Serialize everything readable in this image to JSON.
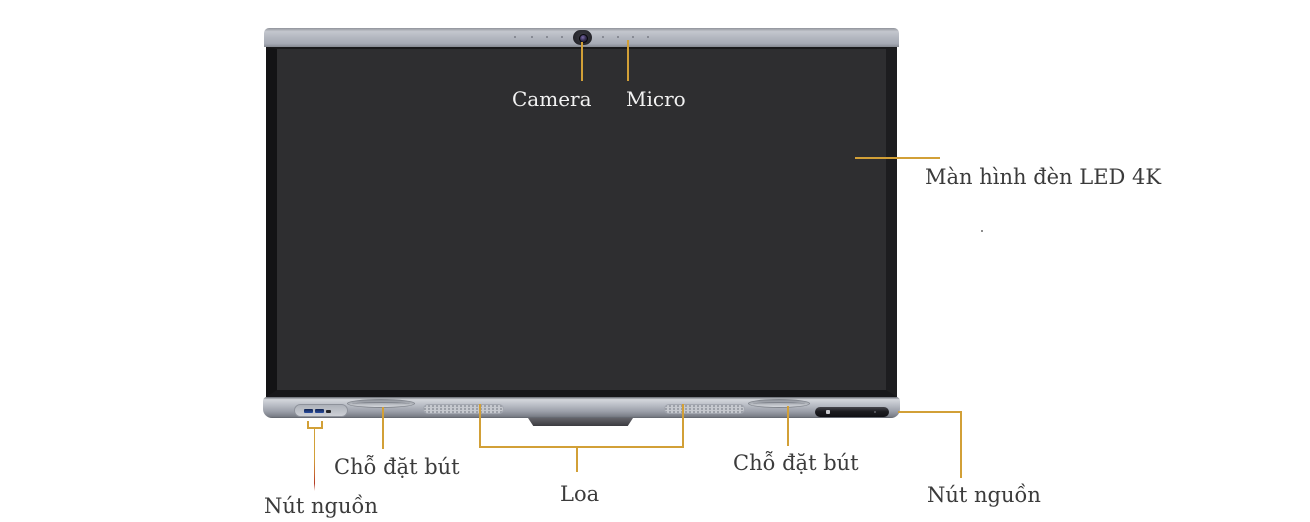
{
  "annotations": {
    "camera": {
      "label": "Camera"
    },
    "micro": {
      "label": "Micro"
    },
    "screen": {
      "label": "Màn hình đèn LED 4K"
    },
    "pen_tray_left": {
      "label": "Chỗ đặt bút"
    },
    "pen_tray_right": {
      "label": "Chỗ đặt bút"
    },
    "speaker": {
      "label": "Loa"
    },
    "power_left": {
      "label": "Nút nguồn"
    },
    "power_right": {
      "label": "Nút nguồn"
    }
  },
  "colors": {
    "annotation_line": "#d2a037",
    "top_bezel": "#b3b7c0",
    "bottom_bezel": "#a9adb6",
    "screen": "#2e2e30",
    "label_dark": "#3b3b3b",
    "label_light": "#f2f2f2",
    "background": "#ffffff"
  }
}
